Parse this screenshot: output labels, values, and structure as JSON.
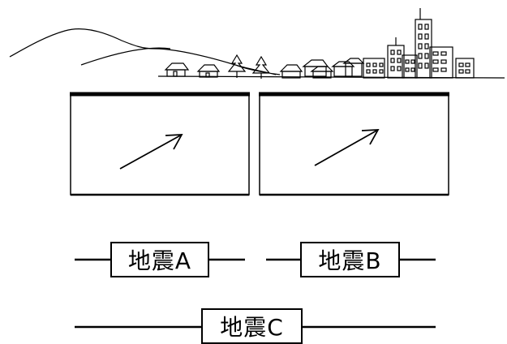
{
  "labels": {
    "quake_a": "地震A",
    "quake_b": "地震B",
    "quake_c": "地震C"
  },
  "colors": {
    "ink": "#000000",
    "paper": "#ffffff"
  }
}
